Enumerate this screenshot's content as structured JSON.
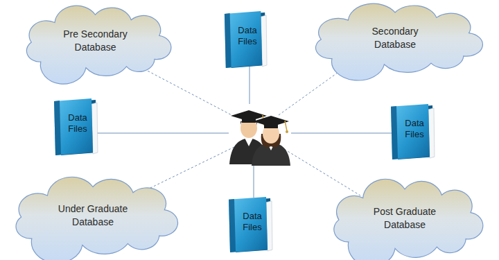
{
  "diagram": {
    "nodes": [
      {
        "text": [
          "Pre Secondary Database"
        ]
      },
      {
        "text": [
          "Data Files"
        ]
      },
      {
        "text": [
          "Secondary Database"
        ]
      },
      {
        "text": [
          "Data Files"
        ]
      },
      {
        "text": [
          "Data Files"
        ]
      },
      {
        "text": [
          "Under Graduate Database"
        ]
      },
      {
        "text": [
          "Data Files"
        ]
      },
      {
        "text": [
          "Post Graduate Database"
        ]
      }
    ]
  }
}
